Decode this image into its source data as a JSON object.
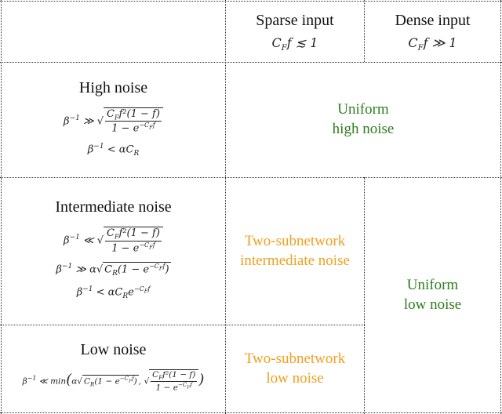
{
  "header": {
    "sparse_title": "Sparse input",
    "sparse_cond": "CFf ≲ 1",
    "dense_title": "Dense input",
    "dense_cond": "CFf ≫ 1"
  },
  "rows": {
    "high": {
      "title": "High noise",
      "cond1": "β⁻¹ ≫ √(CF f²(1 − f) / (1 − e^(−CF f)))",
      "cond2": "β⁻¹ < αCR"
    },
    "intermediate": {
      "title": "Intermediate noise",
      "cond1": "β⁻¹ ≪ √(CF f²(1 − f) / (1 − e^(−CF f)))",
      "cond2": "β⁻¹ ≫ α√(CR(1 − e^(−CF f)))",
      "cond3": "β⁻¹ < αCR e^(−CF f)"
    },
    "low": {
      "title": "Low noise",
      "cond1": "β⁻¹ ≪ min(α√(CR(1 − e^(−CF f))), √(CF f²(1 − f) / (1 − e^(−CF f))))"
    }
  },
  "regimes": {
    "uniform_high": [
      "Uniform",
      "high noise"
    ],
    "two_intermediate": [
      "Two-subnetwork",
      "intermediate noise"
    ],
    "two_low": [
      "Two-subnetwork",
      "low noise"
    ],
    "uniform_low": [
      "Uniform",
      "low noise"
    ]
  },
  "colors": {
    "green": "#2e7d1f",
    "orange": "#f0a020"
  }
}
